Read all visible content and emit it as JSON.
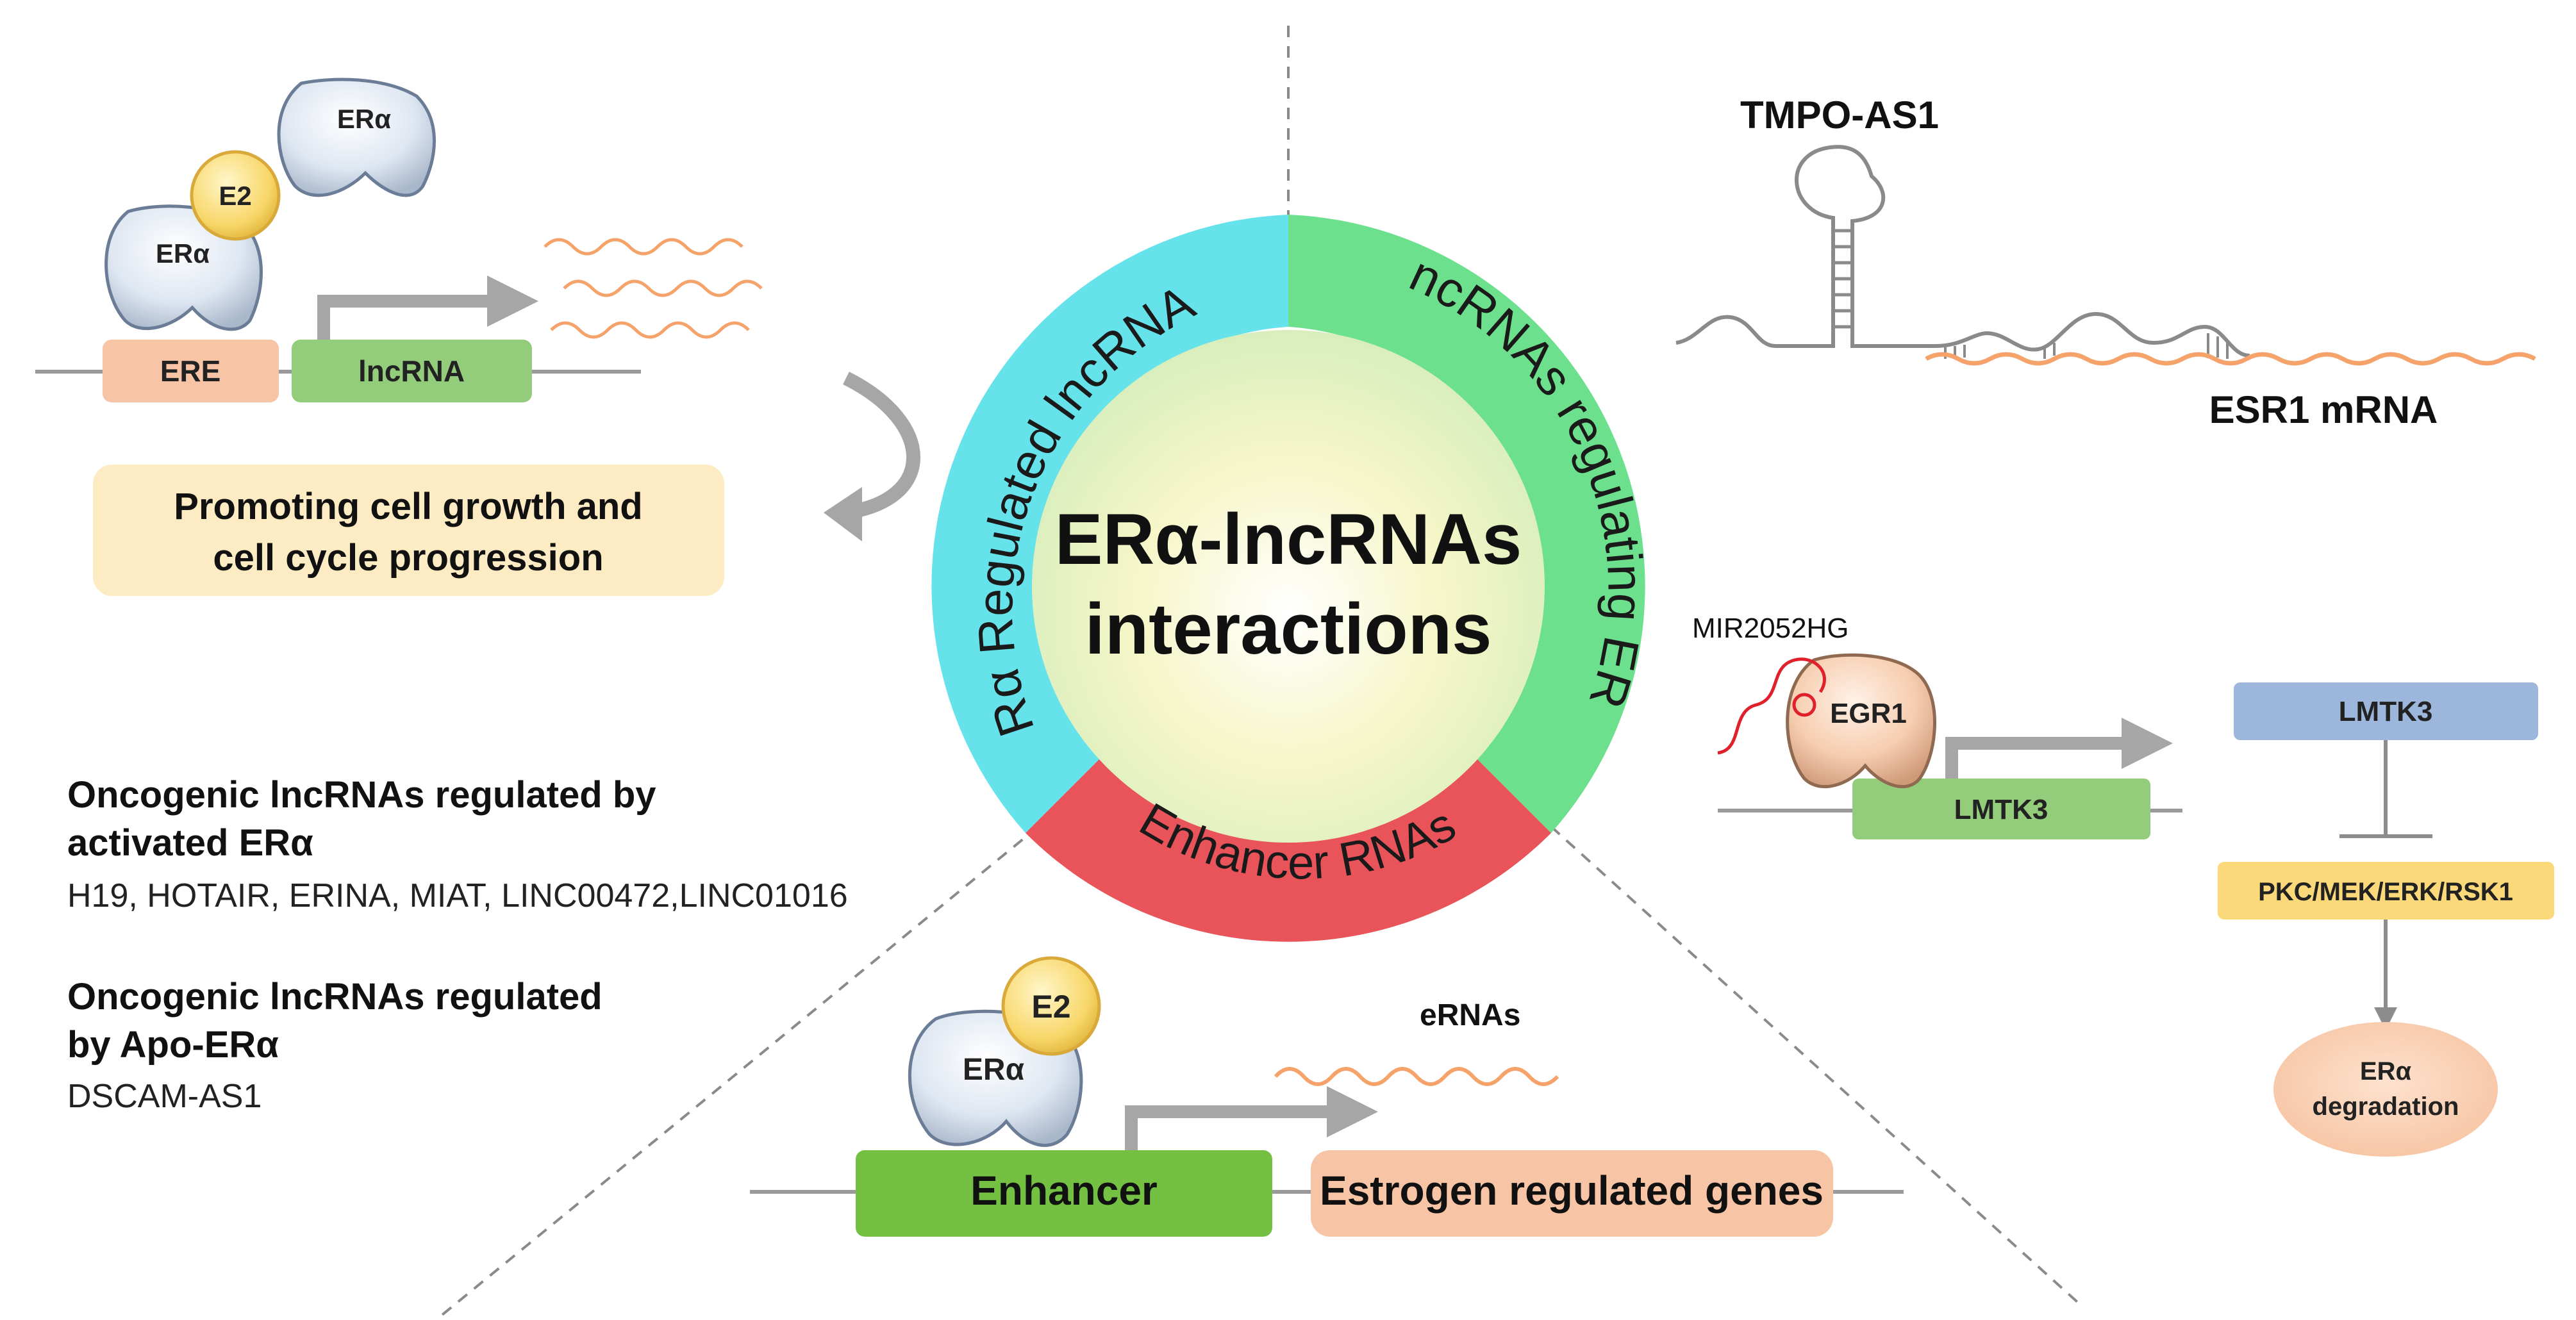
{
  "center": {
    "title_line1": "ERα-lncRNAs",
    "title_line2": "interactions",
    "ring_left": "ERα Regulated lncRNAs",
    "ring_right": "LncRNAs regulating ERα",
    "ring_bottom": "Enhancer RNAs"
  },
  "top_left": {
    "era_free": "ERα",
    "e2": "E2",
    "era_bound": "ERα",
    "ere": "ERE",
    "lncrna": "lncRNA",
    "outcome_line1": "Promoting cell growth and",
    "outcome_line2": "cell cycle progression"
  },
  "bottom_left": {
    "group1_title_line1": "Oncogenic lncRNAs regulated by",
    "group1_title_line2": "activated ERα",
    "group1_list": "H19, HOTAIR, ERINA, MIAT, LINC00472,LINC01016",
    "group2_title_line1": "Oncogenic lncRNAs regulated",
    "group2_title_line2": "by Apo-ERα",
    "group2_list": "DSCAM-AS1"
  },
  "bottom": {
    "e2": "E2",
    "era": "ERα",
    "ernas": "eRNAs",
    "enhancer": "Enhancer",
    "genes": "Estrogen regulated genes"
  },
  "top_right": {
    "tmpo": "TMPO-AS1",
    "esr1": "ESR1 mRNA"
  },
  "mid_right": {
    "mir": "MIR2052HG",
    "egr1": "EGR1",
    "lmtk3_gene": "LMTK3",
    "lmtk3_protein": "LMTK3",
    "pathway": "PKC/MEK/ERK/RSK1",
    "degradation_line1": "ERα",
    "degradation_line2": "degradation"
  },
  "colors": {
    "ring_left": "#66e3ea",
    "ring_right": "#6de08e",
    "ring_bottom": "#e9545a",
    "gene_green": "#93cc7a",
    "ere_peach": "#f7c4a5",
    "note_yellow": "#fdebc4",
    "rna_orange": "#f5a36a",
    "lmtk3_blue": "#9db6dc",
    "pathway_yellow": "#fbd97a"
  }
}
